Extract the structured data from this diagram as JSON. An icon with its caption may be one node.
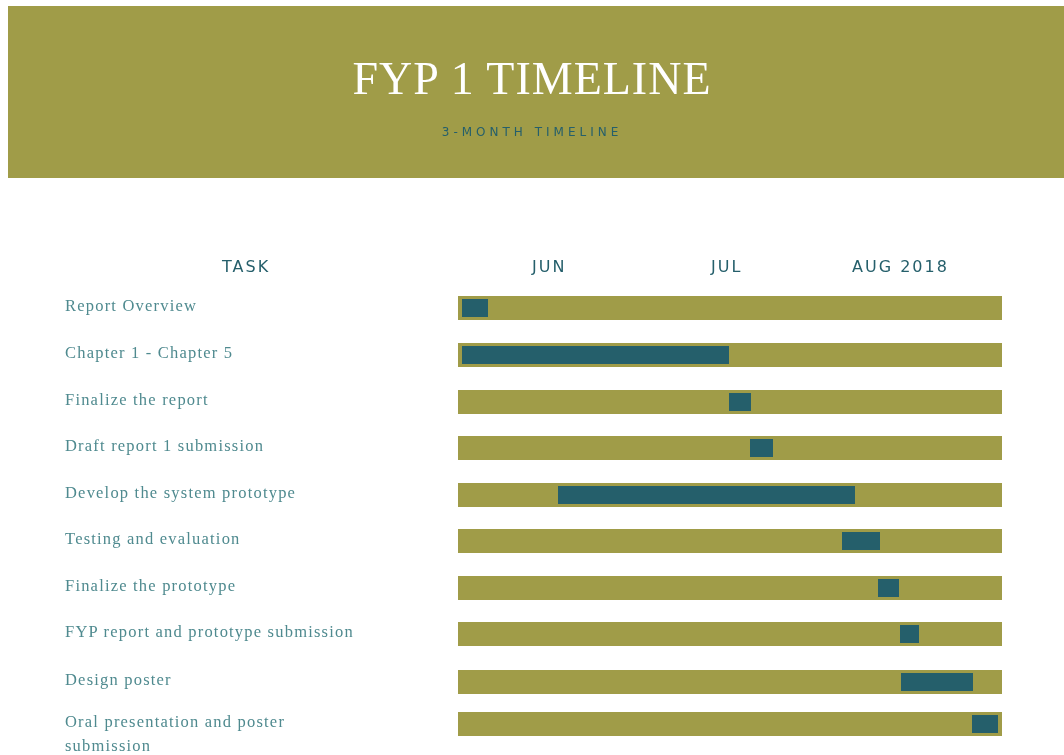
{
  "diagram": {
    "title": "FYP 1 TIMELINE",
    "labels": [
      "3-MONTH TIMELINE",
      "TASK",
      "JUN",
      "JUL",
      "AUG 2018",
      "Report Overview",
      "Chapter 1 - Chapter 5",
      "Finalize the report",
      "Draft report 1 submission",
      "Develop the system prototype",
      "Testing and evaluation",
      "Finalize the prototype",
      "FYP report and prototype submission",
      "Design poster",
      "Oral presentation and poster submission"
    ]
  }
}
